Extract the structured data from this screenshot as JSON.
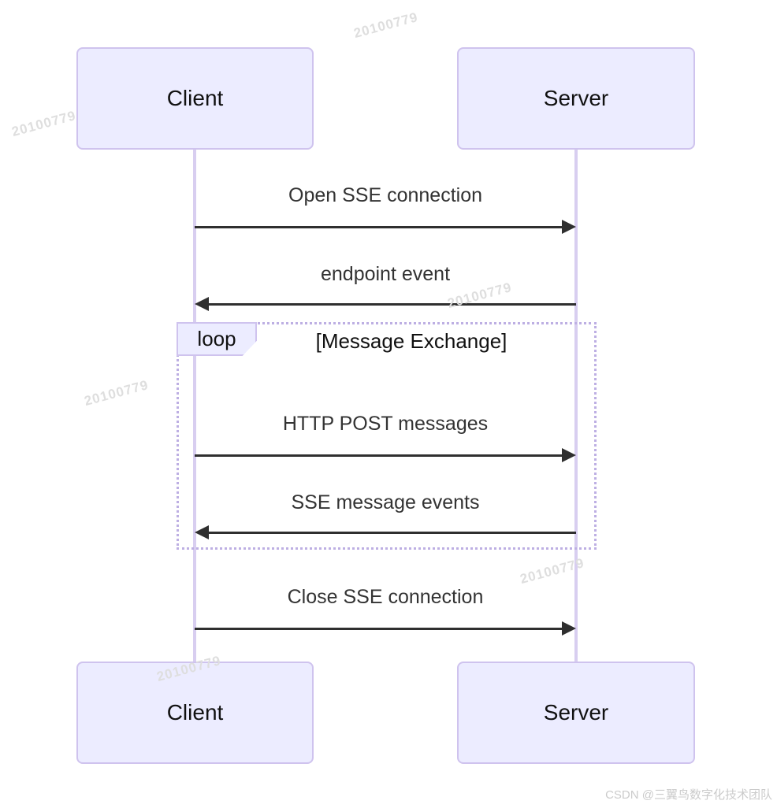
{
  "actors": {
    "top": [
      {
        "label": "Client"
      },
      {
        "label": "Server"
      }
    ],
    "bottom": [
      {
        "label": "Client"
      },
      {
        "label": "Server"
      }
    ]
  },
  "messages": [
    {
      "label": "Open SSE connection",
      "from": "Client",
      "to": "Server",
      "direction": "right"
    },
    {
      "label": "endpoint event",
      "from": "Server",
      "to": "Client",
      "direction": "left"
    },
    {
      "label": "HTTP POST messages",
      "from": "Client",
      "to": "Server",
      "direction": "right",
      "in_loop": true
    },
    {
      "label": "SSE message events",
      "from": "Server",
      "to": "Client",
      "direction": "left",
      "in_loop": true
    },
    {
      "label": "Close SSE connection",
      "from": "Client",
      "to": "Server",
      "direction": "right"
    }
  ],
  "loop": {
    "label": "loop",
    "condition": "[Message Exchange]"
  },
  "watermark": {
    "text": "20100779"
  },
  "credit": {
    "text": "CSDN @三翼鸟数字化技术团队"
  },
  "colors": {
    "actor_fill": "#ECECFF",
    "actor_border": "#CFC3EE",
    "lifeline": "#D8CEF0",
    "loop_border": "#BDAFE3",
    "arrow": "#2F2F2F",
    "text": "#333333",
    "watermark": "#DEDEDE",
    "credit_text": "#CBCBCB"
  }
}
